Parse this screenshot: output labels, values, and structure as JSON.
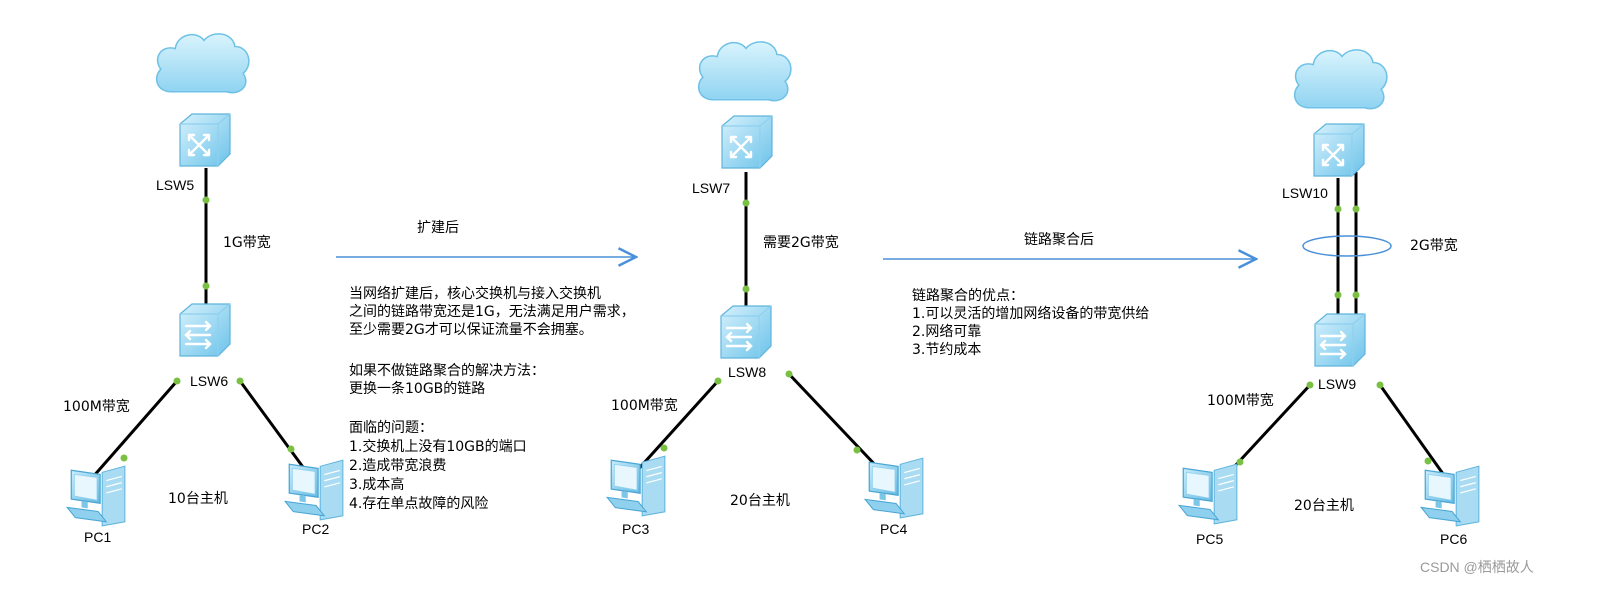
{
  "watermark": "CSDN @栖栖故人",
  "colors": {
    "link": "#000000",
    "port": "#7ac143",
    "arrow": "#4a90d9",
    "cloud": "#b8e6f8",
    "device": "#9fd8f2"
  },
  "arrows": [
    {
      "label": "扩建后"
    },
    {
      "label": "链路聚合后"
    }
  ],
  "topologies": [
    {
      "core_switch": "LSW5",
      "access_switch": "LSW6",
      "pcs": [
        "PC1",
        "PC2"
      ],
      "uplink_bandwidth": "1G带宽",
      "downlink_bandwidth": "100M带宽",
      "hosts": "10台主机"
    },
    {
      "core_switch": "LSW7",
      "access_switch": "LSW8",
      "pcs": [
        "PC3",
        "PC4"
      ],
      "uplink_bandwidth": "需要2G带宽",
      "downlink_bandwidth": "100M带宽",
      "hosts": "20台主机"
    },
    {
      "core_switch": "LSW10",
      "access_switch": "LSW9",
      "pcs": [
        "PC5",
        "PC6"
      ],
      "uplink_bandwidth": "2G带宽",
      "downlink_bandwidth": "100M带宽",
      "hosts": "20台主机"
    }
  ],
  "problem_note": [
    "当网络扩建后，核心交换机与接入交换机",
    "之间的链路带宽还是1G，无法满足用户需求，",
    "至少需要2G才可以保证流量不会拥塞。",
    "",
    "如果不做链路聚合的解决方法：",
    "更换一条10GB的链路",
    "",
    "面临的问题：",
    "1.交换机上没有10GB的端口",
    "2.造成带宽浪费",
    "3.成本高",
    "4.存在单点故障的风险"
  ],
  "advantage_note": [
    "链路聚合的优点：",
    "1.可以灵活的增加网络设备的带宽供给",
    "2.网络可靠",
    "3.节约成本"
  ]
}
